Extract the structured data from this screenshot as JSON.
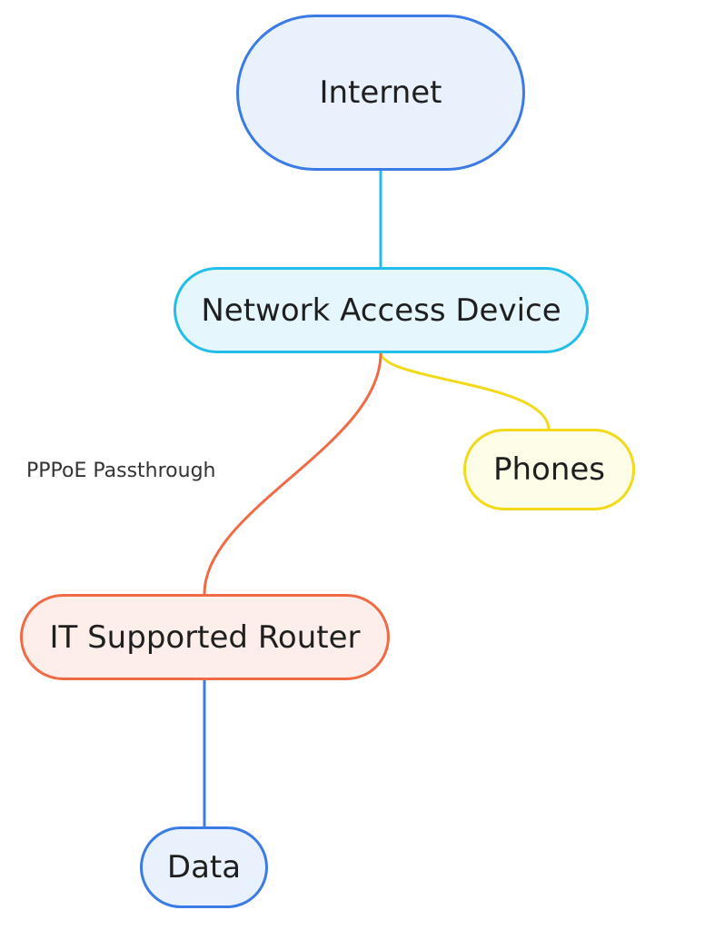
{
  "diagram": {
    "nodes": [
      {
        "id": "internet",
        "label": "Internet",
        "color": "#3b7be6"
      },
      {
        "id": "nad",
        "label": "Network Access Device",
        "color": "#22bde8"
      },
      {
        "id": "phones",
        "label": "Phones",
        "color": "#f2d91a"
      },
      {
        "id": "router",
        "label": "IT Supported Router",
        "color": "#ef6a45"
      },
      {
        "id": "data",
        "label": "Data",
        "color": "#3b7be6"
      }
    ],
    "edges": [
      {
        "from": "internet",
        "to": "nad",
        "label": ""
      },
      {
        "from": "nad",
        "to": "phones",
        "label": ""
      },
      {
        "from": "nad",
        "to": "router",
        "label": "PPPoE Passthrough"
      },
      {
        "from": "router",
        "to": "data",
        "label": ""
      }
    ]
  }
}
